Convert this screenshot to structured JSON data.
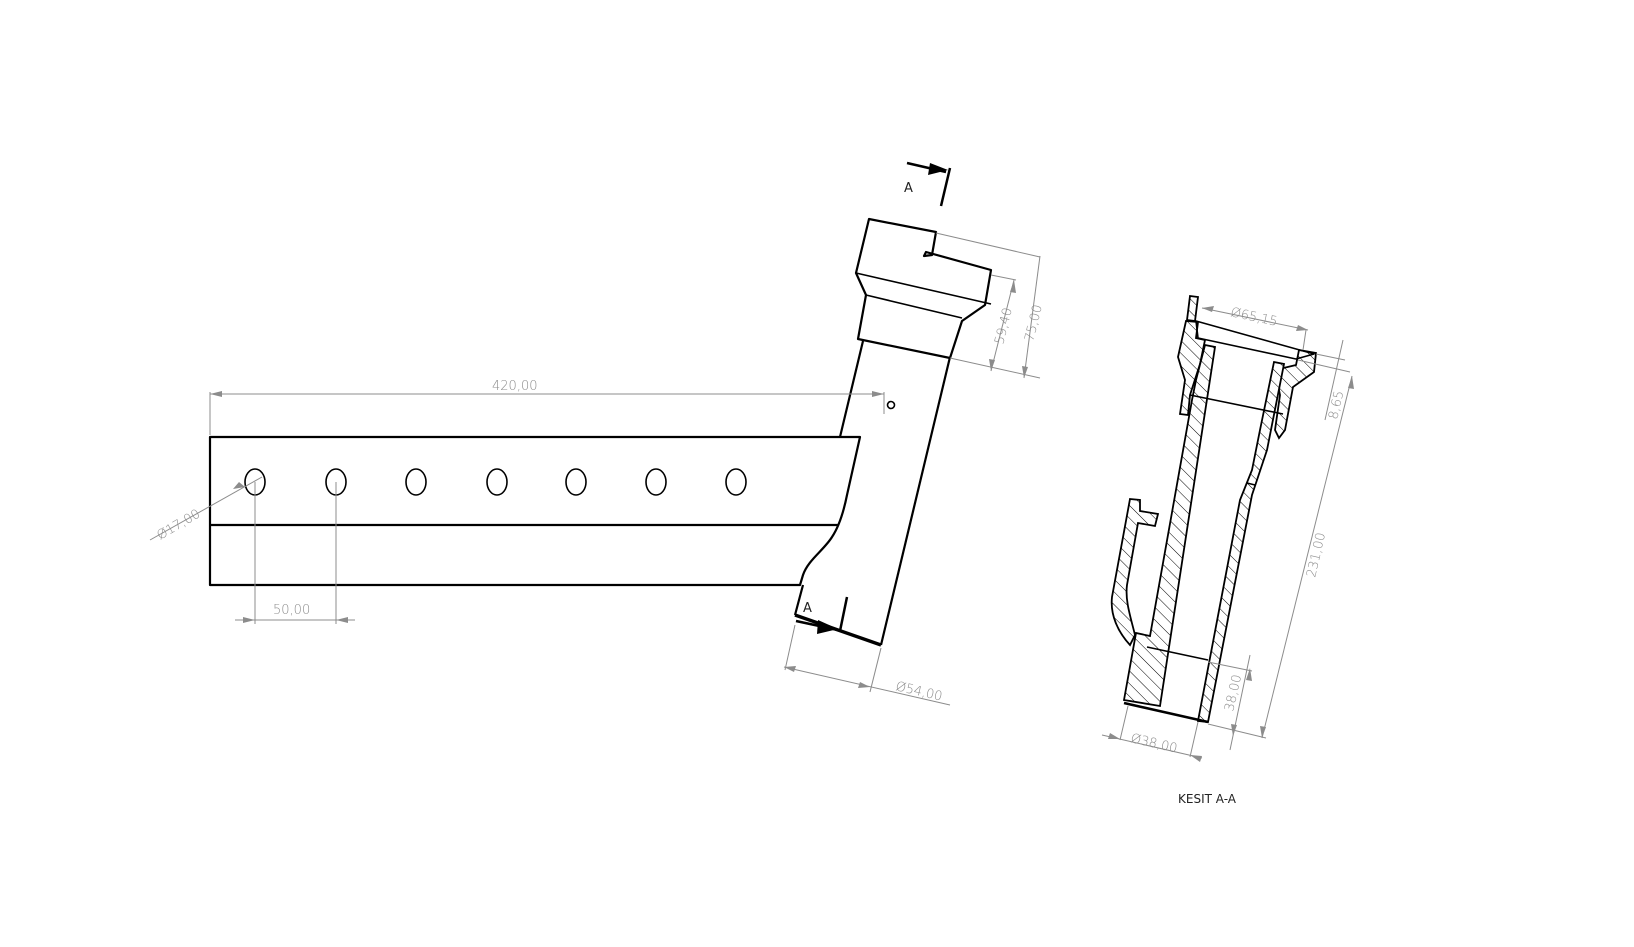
{
  "drawing": {
    "type": "technical-drawing",
    "background": "#ffffff",
    "line_color": "#000000",
    "dimension_color": "#8c8c8c"
  },
  "front_view": {
    "section_marker_top": "A",
    "section_marker_bottom": "A",
    "dimensions": {
      "overall_length": "420,00",
      "hole_diameter": "Ø17,00",
      "hole_spacing": "50,00",
      "collar_height_inner": "59,40",
      "collar_height_outer": "75,00",
      "pipe_diameter": "Ø54,00"
    },
    "hole_count": 7
  },
  "section_view": {
    "title": "KESIT A-A",
    "dimensions": {
      "flange_diameter": "Ø65,15",
      "flange_offset": "8,65",
      "total_length": "231,00",
      "bottom_bore_depth": "38,00",
      "bottom_bore_diameter": "Ø38,00"
    }
  }
}
